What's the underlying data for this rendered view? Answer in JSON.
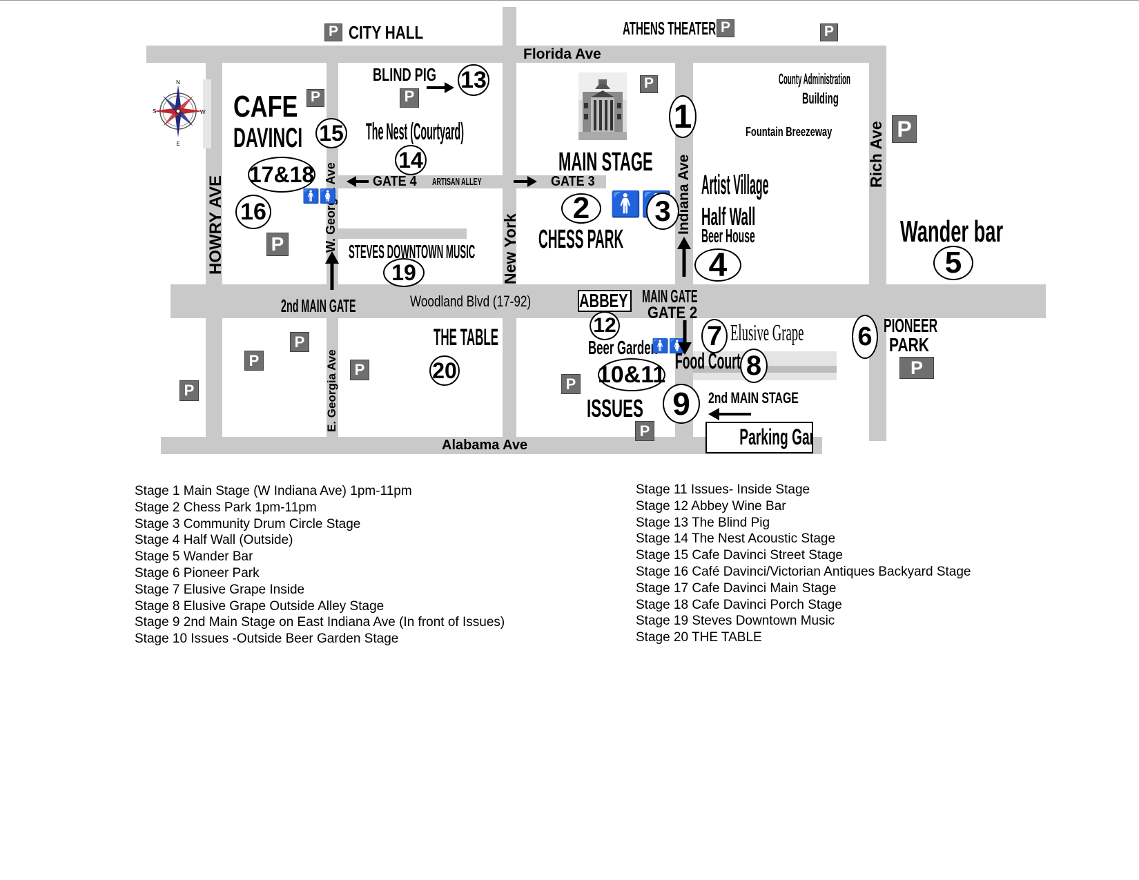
{
  "map": {
    "streets": {
      "florida": "Florida Ave",
      "woodland": "Woodland Blvd (17-92)",
      "alabama": "Alabama Ave",
      "howry": "HOWRY AVE",
      "w_georgia": "W. Georgia Ave",
      "e_georgia": "E. Georgia Ave",
      "new_york": "New York",
      "indiana": "Indiana Ave",
      "rich": "Rich Ave"
    },
    "places": {
      "city_hall": "CITY HALL",
      "athens_theater": "ATHENS THEATER",
      "blind_pig": "BLIND PIG",
      "cafe": "CAFE",
      "davinci": "DAVINCI",
      "the_nest": "The Nest (Courtyard)",
      "gate4": "GATE 4",
      "artisan_alley": "ARTISAN ALLEY",
      "gate3": "GATE 3",
      "main_stage": "MAIN STAGE",
      "county_admin_1": "County Administration",
      "county_admin_2": "Building",
      "fountain": "Fountain Breezeway",
      "artist_village": "Artist Village",
      "half_wall": "Half Wall",
      "beer_house": "Beer House",
      "chess_park": "CHESS PARK",
      "steves": "STEVES DOWNTOWN MUSIC",
      "wander_bar": "Wander bar",
      "second_main_gate": "2nd MAIN GATE",
      "abbey": "ABBEY",
      "main_gate": "MAIN GATE",
      "gate2": "GATE 2",
      "elusive_grape": "Elusive Grape",
      "pioneer": "PIONEER",
      "park": "PARK",
      "the_table": "THE TABLE",
      "beer_garden": "Beer Garden",
      "food_court": "Food Court",
      "issues": "ISSUES",
      "second_main_stage": "2nd MAIN STAGE",
      "parking_garage": "Parking Garage"
    },
    "parking_symbol": "P",
    "compass_labels": {
      "n": "N",
      "s": "S",
      "e": "E",
      "w": "W"
    },
    "stage_markers": {
      "s1": "1",
      "s2": "2",
      "s3": "3",
      "s4": "4",
      "s5": "5",
      "s6": "6",
      "s7": "7",
      "s8": "8",
      "s9": "9",
      "s10_11": "10&11",
      "s12": "12",
      "s13": "13",
      "s14": "14",
      "s15": "15",
      "s16": "16",
      "s17_18": "17&18",
      "s19": "19",
      "s20": "20"
    }
  },
  "legend": {
    "left": [
      "Stage 1 Main Stage (W Indiana Ave) 1pm-11pm",
      "Stage 2 Chess Park 1pm-11pm",
      "Stage 3 Community Drum Circle Stage",
      "Stage 4 Half Wall (Outside)",
      "Stage 5  Wander Bar",
      "Stage 6 Pioneer Park",
      "Stage 7 Elusive Grape  Inside",
      "Stage 8 Elusive Grape Outside Alley Stage",
      "Stage 9 2nd Main Stage on East Indiana Ave (In front of Issues)",
      "Stage 10 Issues -Outside Beer Garden Stage"
    ],
    "right": [
      "Stage 11 Issues- Inside Stage",
      "Stage 12 Abbey Wine Bar",
      "Stage 13 The Blind Pig",
      "Stage 14 The Nest Acoustic Stage",
      "Stage 15 Cafe Davinci Street Stage",
      "Stage 16 Café Davinci/Victorian Antiques Backyard Stage",
      "Stage 17 Cafe Davinci Main Stage",
      "Stage 18 Cafe Davinci Porch Stage",
      "Stage 19 Steves Downtown Music",
      "Stage 20 THE TABLE"
    ]
  },
  "colors": {
    "road": "#c9c9c9",
    "parking": "#6f6f6f",
    "compass_red": "#c0262d",
    "compass_blue": "#1f2a7a"
  }
}
